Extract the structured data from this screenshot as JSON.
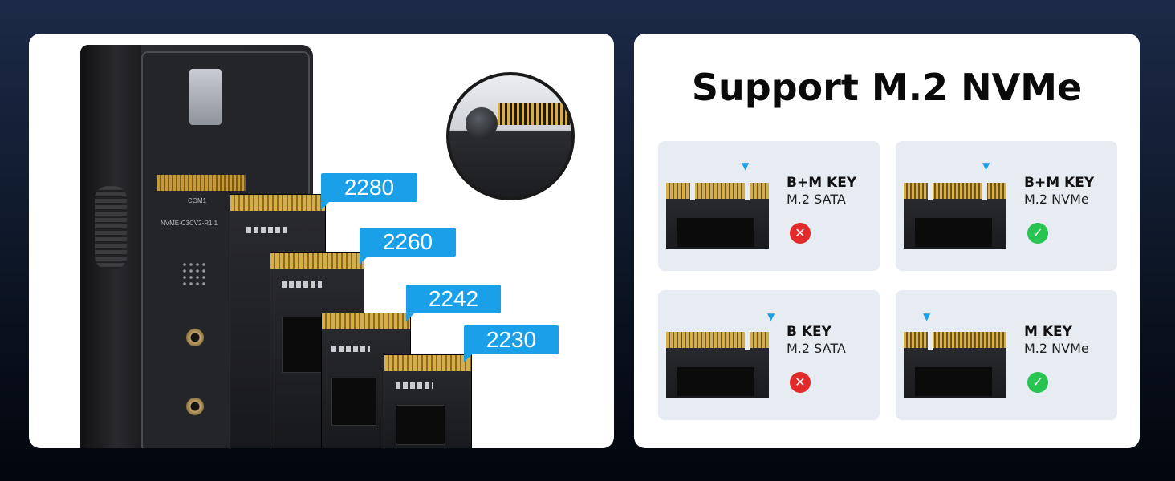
{
  "left_panel": {
    "sizes": [
      "2280",
      "2260",
      "2242",
      "2230"
    ],
    "silkscreen": [
      "COM1",
      "NVME-C3CV2-R1.1"
    ]
  },
  "right_panel": {
    "title": "Support M.2 NVMe",
    "cards": [
      {
        "key": "B+M KEY",
        "type": "M.2 SATA",
        "supported": false,
        "mark": "✕",
        "icon": "cross-icon"
      },
      {
        "key": "B+M KEY",
        "type": "M.2 NVMe",
        "supported": true,
        "mark": "✓",
        "icon": "check-icon"
      },
      {
        "key": "B KEY",
        "type": "M.2 SATA",
        "supported": false,
        "mark": "✕",
        "icon": "cross-icon"
      },
      {
        "key": "M KEY",
        "type": "M.2 NVMe",
        "supported": true,
        "mark": "✓",
        "icon": "check-icon"
      }
    ]
  },
  "colors": {
    "accent_blue": "#1aa0e8",
    "supported_green": "#28c451",
    "unsupported_red": "#e12a2a"
  }
}
